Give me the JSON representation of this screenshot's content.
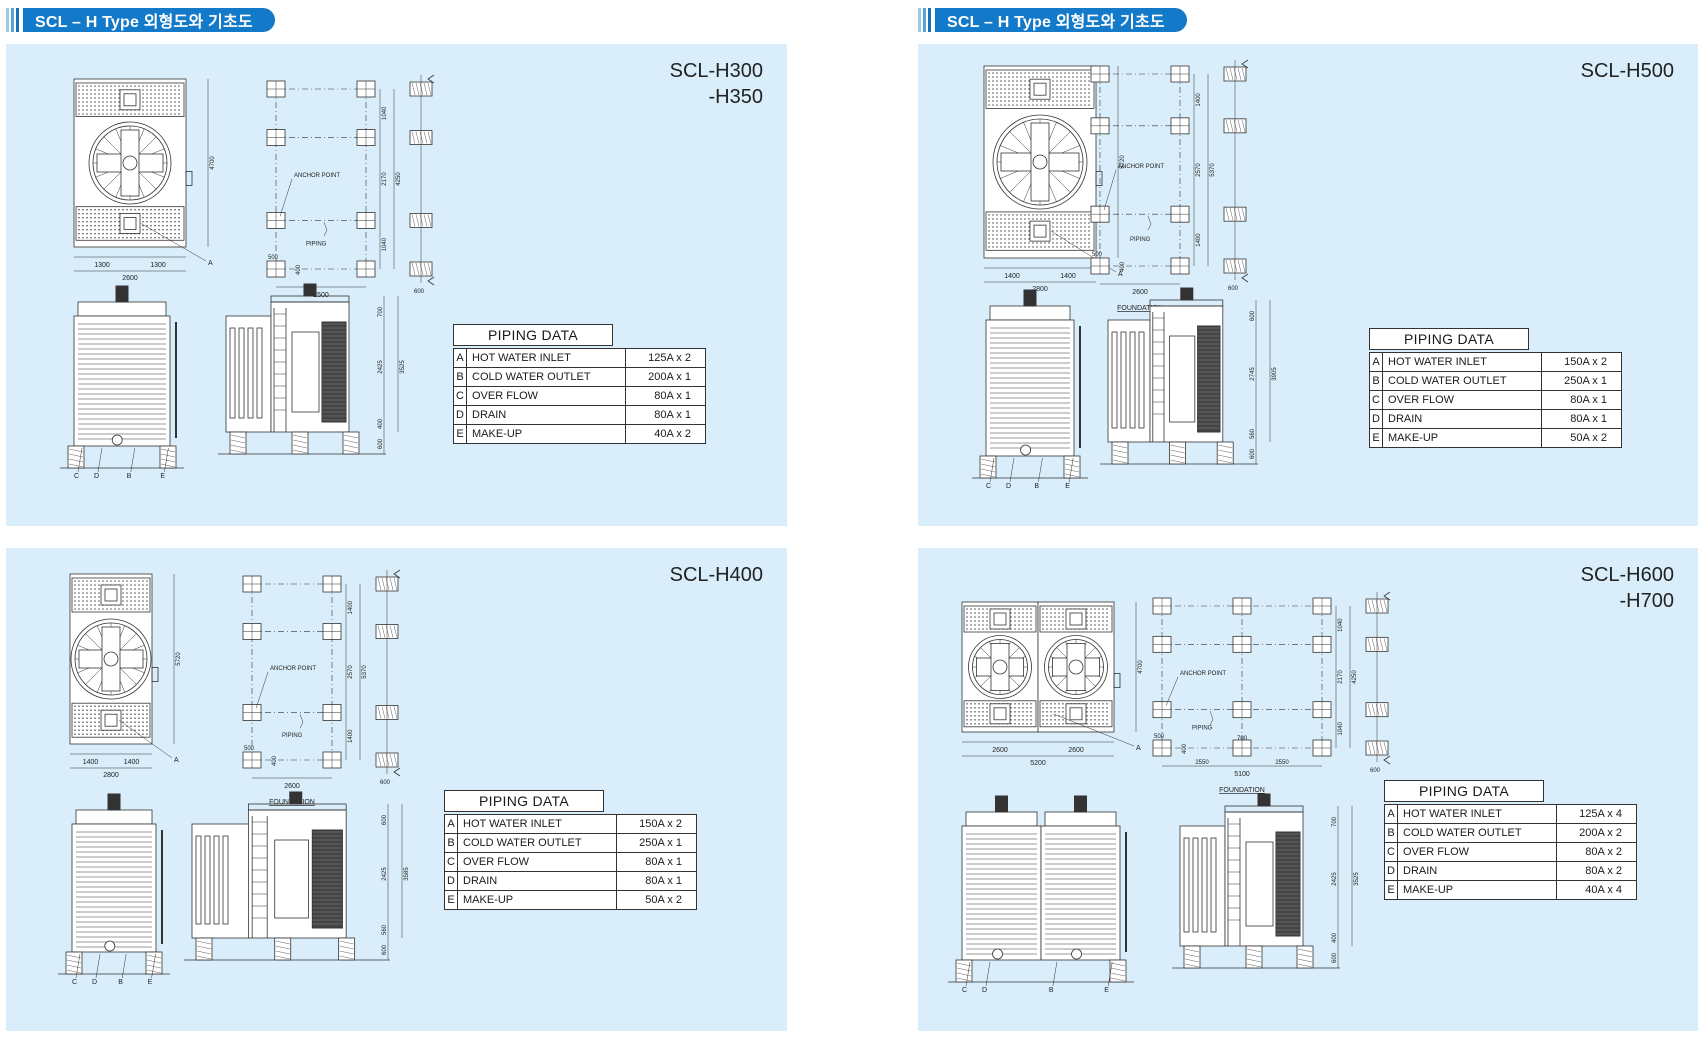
{
  "headers": {
    "left": "SCL – H Type 외형도와 기초도",
    "right": "SCL – H Type 외형도와 기초도"
  },
  "labels": {
    "anchor_point": "ANCHOR POINT",
    "piping": "PIPING",
    "foundation": "FOUNDATION",
    "piping_data": "PIPING DATA",
    "A": "A",
    "B": "B",
    "C": "C",
    "D": "D",
    "E": "E"
  },
  "panels": [
    {
      "model_lines": [
        "SCL-H300",
        "-H350"
      ],
      "dims": {
        "top_left": "1300",
        "top_right": "1300",
        "top_total": "2600",
        "height": "4700",
        "fd_a": "1040",
        "fd_b": "2170",
        "fd_c": "1040",
        "fd_total": "4250",
        "fd_left": "500",
        "fd_small": "400",
        "fd_width": "2500",
        "fd_edge": "600",
        "side_top": "700",
        "side_mid": "2425",
        "side_bot": "400",
        "side_total": "3525",
        "side_base": "600"
      },
      "piping": [
        {
          "code": "A",
          "name": "HOT WATER INLET",
          "size": "125A x 2"
        },
        {
          "code": "B",
          "name": "COLD WATER OUTLET",
          "size": "200A x 1"
        },
        {
          "code": "C",
          "name": "OVER FLOW",
          "size": "80A x 1"
        },
        {
          "code": "D",
          "name": "DRAIN",
          "size": "80A x 1"
        },
        {
          "code": "E",
          "name": "MAKE-UP",
          "size": "40A x 2"
        }
      ]
    },
    {
      "model_lines": [
        "SCL-H500"
      ],
      "dims": {
        "top_left": "1400",
        "top_right": "1400",
        "top_total": "2800",
        "height": "5720",
        "fd_a": "1400",
        "fd_b": "2570",
        "fd_c": "1400",
        "fd_total": "5370",
        "fd_left": "500",
        "fd_small": "400",
        "fd_width": "2600",
        "fd_edge": "600",
        "side_top": "600",
        "side_mid": "2745",
        "side_bot": "560",
        "side_total": "3905",
        "side_base": "600"
      },
      "piping": [
        {
          "code": "A",
          "name": "HOT WATER INLET",
          "size": "150A x 2"
        },
        {
          "code": "B",
          "name": "COLD WATER OUTLET",
          "size": "250A x 1"
        },
        {
          "code": "C",
          "name": "OVER FLOW",
          "size": "80A x 1"
        },
        {
          "code": "D",
          "name": "DRAIN",
          "size": "80A x 1"
        },
        {
          "code": "E",
          "name": "MAKE-UP",
          "size": "50A x 2"
        }
      ]
    },
    {
      "model_lines": [
        "SCL-H400"
      ],
      "dims": {
        "top_left": "1400",
        "top_right": "1400",
        "top_total": "2800",
        "height": "5720",
        "fd_a": "1400",
        "fd_b": "2570",
        "fd_c": "1400",
        "fd_total": "5370",
        "fd_left": "500",
        "fd_small": "400",
        "fd_width": "2600",
        "fd_edge": "600",
        "side_top": "600",
        "side_mid": "2425",
        "side_bot": "560",
        "side_total": "3585",
        "side_base": "600"
      },
      "piping": [
        {
          "code": "A",
          "name": "HOT WATER INLET",
          "size": "150A x 2"
        },
        {
          "code": "B",
          "name": "COLD WATER OUTLET",
          "size": "250A x 1"
        },
        {
          "code": "C",
          "name": "OVER FLOW",
          "size": "80A x 1"
        },
        {
          "code": "D",
          "name": "DRAIN",
          "size": "80A x 1"
        },
        {
          "code": "E",
          "name": "MAKE-UP",
          "size": "50A x 2"
        }
      ]
    },
    {
      "model_lines": [
        "SCL-H600",
        "-H700"
      ],
      "dims": {
        "top_left": "2600",
        "top_right": "2600",
        "top_total": "5200",
        "height": "4700",
        "fd_a": "1040",
        "fd_b": "2170",
        "fd_c": "1040",
        "fd_total": "4250",
        "fd_left": "500",
        "fd_small": "400",
        "fd_mid": "700",
        "fd_w1": "2550",
        "fd_w2": "2550",
        "fd_width": "5100",
        "fd_edge": "600",
        "side_top": "700",
        "side_mid": "2425",
        "side_bot": "400",
        "side_total": "3525",
        "side_base": "600"
      },
      "piping": [
        {
          "code": "A",
          "name": "HOT WATER INLET",
          "size": "125A x 4"
        },
        {
          "code": "B",
          "name": "COLD WATER OUTLET",
          "size": "200A x 2"
        },
        {
          "code": "C",
          "name": "OVER FLOW",
          "size": "80A x 2"
        },
        {
          "code": "D",
          "name": "DRAIN",
          "size": "80A x 2"
        },
        {
          "code": "E",
          "name": "MAKE-UP",
          "size": "40A x 4"
        }
      ]
    }
  ]
}
